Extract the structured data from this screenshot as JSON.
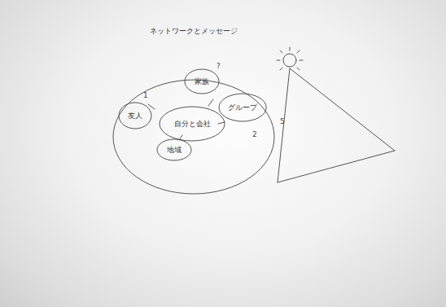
{
  "diagram": {
    "nodes": [
      {
        "text": [
          "ネットワークとメッセージ"
        ]
      },
      {
        "text": [
          "自分と会社"
        ],
        "in": 0
      },
      {
        "text": [
          "家族"
        ],
        "in": 0
      },
      {
        "text": [
          "グループ"
        ],
        "in": 0
      },
      {
        "text": [
          "地域"
        ],
        "in": 0
      },
      {
        "text": [
          "友人"
        ],
        "in": 0
      }
    ],
    "labels": [
      "?",
      "1",
      "2",
      "5"
    ]
  }
}
